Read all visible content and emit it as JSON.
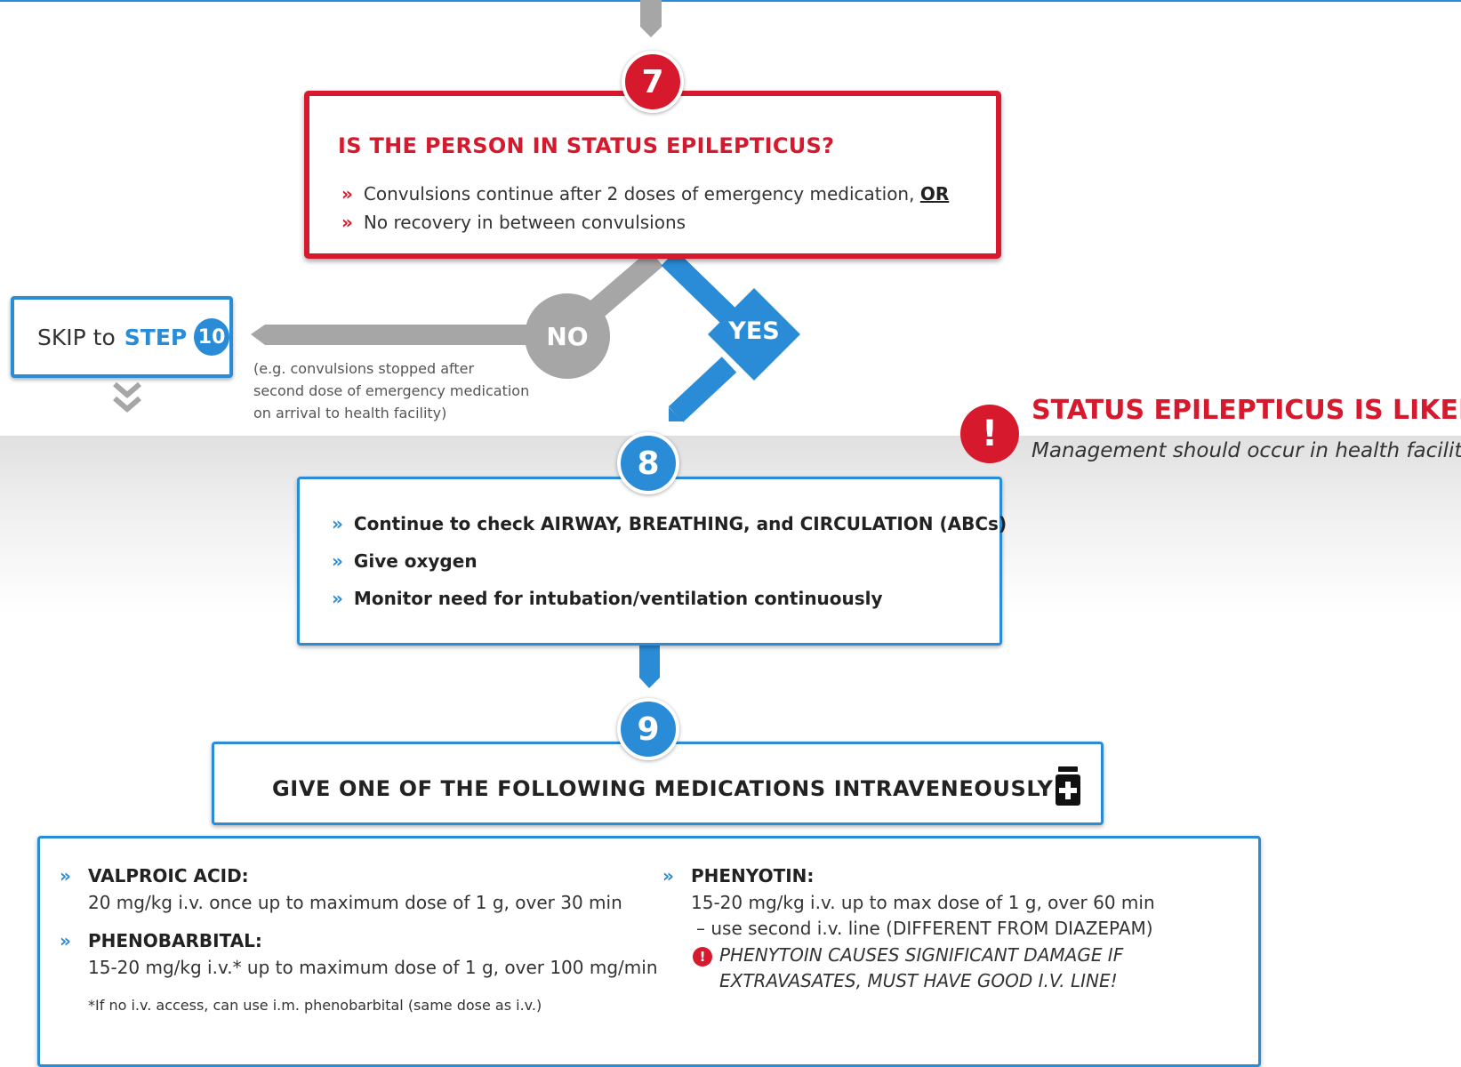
{
  "colors": {
    "red": "#d7192d",
    "blue": "#2a8bd6",
    "grey": "#a6a6a6"
  },
  "step7": {
    "number": "7",
    "title": "IS THE PERSON IN STATUS EPILEPTICUS?",
    "bullet1": "Convulsions continue after 2 doses of emergency medication,",
    "bullet1_or": "OR",
    "bullet2": "No recovery in between convulsions"
  },
  "skip": {
    "prefix": "SKIP to",
    "step_word": "STEP",
    "number": "10"
  },
  "no_branch": {
    "label": "NO",
    "note_line1": "(e.g. convulsions stopped after",
    "note_line2": "second dose of emergency medication",
    "note_line3": "on arrival to health facility)"
  },
  "yes_branch": {
    "label": "YES"
  },
  "alert": {
    "icon": "exclamation-icon",
    "mark": "!",
    "title": "STATUS EPILEPTICUS IS LIKELY",
    "subtitle": "Management should occur in health facility"
  },
  "step8": {
    "number": "8",
    "bullets": [
      "Continue to check AIRWAY, BREATHING, and CIRCULATION (ABCs)",
      "Give oxygen",
      "Monitor need for intubation/ventilation continuously"
    ]
  },
  "step9": {
    "number": "9",
    "title": "GIVE ONE OF THE FOLLOWING MEDICATIONS INTRAVENEOUSLY",
    "icon": "medicine-bottle-icon"
  },
  "medications": {
    "valproic": {
      "name": "VALPROIC ACID:",
      "dose": "20 mg/kg i.v. once up to maximum dose of 1 g, over 30 min"
    },
    "phenobarbital": {
      "name": "PHENOBARBITAL:",
      "dose": "15-20 mg/kg i.v.* up to maximum dose of 1 g, over 100 mg/min",
      "footnote": "*If no i.v. access, can use i.m. phenobarbital (same dose as i.v.)"
    },
    "phenytoin": {
      "name": "PHENYOTIN:",
      "dose": "15-20 mg/kg i.v. up to max dose of 1 g, over 60 min",
      "dose_line2": "– use second i.v. line (DIFFERENT FROM DIAZEPAM)",
      "warning_line1": "PHENYTOIN CAUSES SIGNIFICANT DAMAGE IF",
      "warning_line2": "EXTRAVASATES, MUST HAVE GOOD I.V. LINE!"
    }
  }
}
